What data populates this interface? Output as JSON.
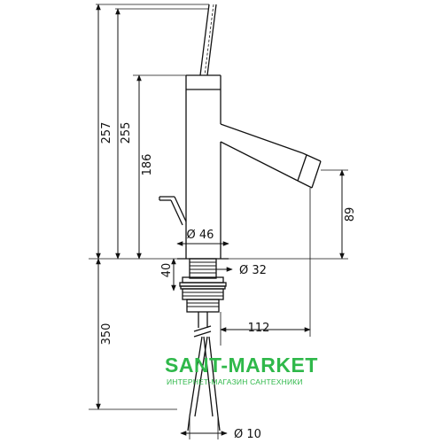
{
  "dimensions": {
    "h257": "257",
    "h255": "255",
    "h186": "186",
    "h89": "89",
    "h350": "350",
    "h40": "40",
    "d46": "Ø 46",
    "d32": "Ø 32",
    "w112": "112",
    "d10": "Ø 10"
  },
  "watermark": {
    "brand": "SANT-MARKET",
    "tagline": "ИНТЕРНЕТ-МАГАЗИН САНТЕХНИКИ"
  },
  "colors": {
    "line": "#111111",
    "watermark": "#2fb84a"
  }
}
